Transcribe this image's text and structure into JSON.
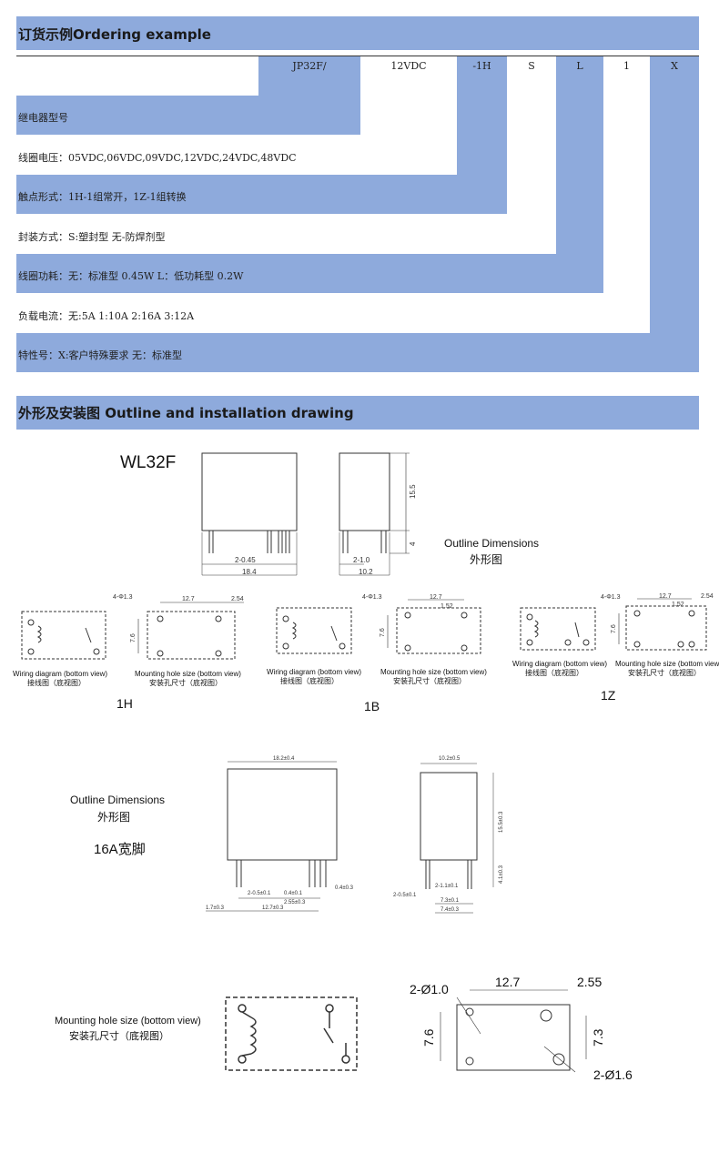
{
  "ordering": {
    "title": "订货示例Ordering example",
    "codes": [
      "JP32F/",
      "12VDC",
      "-1H",
      "S",
      "L",
      "1",
      "X"
    ],
    "rows": [
      "继电器型号",
      "线圈电压：05VDC,06VDC,09VDC,12VDC,24VDC,48VDC",
      "触点形式：1H-1组常开，1Z-1组转换",
      "封装方式：S:塑封型 无-防焊剂型",
      "线圈功耗：无：标准型 0.45W L：低功耗型 0.2W",
      "负载电流：无:5A   1:10A   2:16A  3:12A",
      "特性号：X:客户特殊要求  无：标准型"
    ]
  },
  "outline": {
    "title": "外形及安装图 Outline and installation drawing",
    "model": "WL32F",
    "outline_dimensions_en": "Outline Dimensions",
    "outline_dimensions_cn": "外形图",
    "dims_top": {
      "pins": "2-0.45",
      "width": "18.4",
      "side_pins": "2-1.0",
      "side_width": "10.2",
      "height": "15.5",
      "pin_len": "4"
    },
    "variants": [
      {
        "name": "1H",
        "wiring_en": "Wiring diagram (bottom view)",
        "wiring_cn": "接线图（底视图）",
        "mount_en": "Mounting hole size (bottom view)",
        "mount_cn": "安装孔尺寸（底视图）",
        "d1": "4-Φ1.3",
        "d2": "12.7",
        "d3": "2.54",
        "d4": "7.6"
      },
      {
        "name": "1B",
        "wiring_en": "Wiring diagram (bottom view)",
        "wiring_cn": "接线图（底视图）",
        "mount_en": "Mounting hole size (bottom view)",
        "mount_cn": "安装孔尺寸（底视图）",
        "d1": "4-Φ1.3",
        "d2": "12.7",
        "d3": "1.52",
        "d4": "7.6"
      },
      {
        "name": "1Z",
        "wiring_en": "Wiring diagram (bottom view)",
        "wiring_cn": "接线图（底视图）",
        "mount_en": "Mounting hole size (bottom view)",
        "mount_cn": "安装孔尺寸（底视图）",
        "d1": "4-Φ1.3",
        "d2": "12.7",
        "d3": "2.54",
        "d3b": "1.52",
        "d4": "7.6"
      }
    ],
    "wide": {
      "en": "Outline Dimensions",
      "cn": "外形图",
      "label": "16A宽脚",
      "d_top": "18.2±0.4",
      "d_side_top": "10.2±0.5",
      "d_height": "15.5±0.3",
      "d_pinlen": "4.1±0.3",
      "d_pins": "2-0.5±0.1",
      "d_p2": "0.4±0.1",
      "d_p3": "2.55±0.3",
      "d_p4": "0.4±0.3",
      "d_p5": "1.7±0.3",
      "d_p6": "12.7±0.3",
      "d_s1": "2-1.1±0.1",
      "d_s2": "2-0.5±0.1",
      "d_s3": "7.3±0.1",
      "d_s4": "7.4±0.3"
    },
    "mount16": {
      "en": "Mounting hole size (bottom view)",
      "cn": "安装孔尺寸（底视图）",
      "d_holes1": "2-Ø1.0",
      "d_w": "12.7",
      "d_off": "2.55",
      "d_h": "7.6",
      "d_h2": "7.3",
      "d_holes2": "2-Ø1.6"
    }
  }
}
